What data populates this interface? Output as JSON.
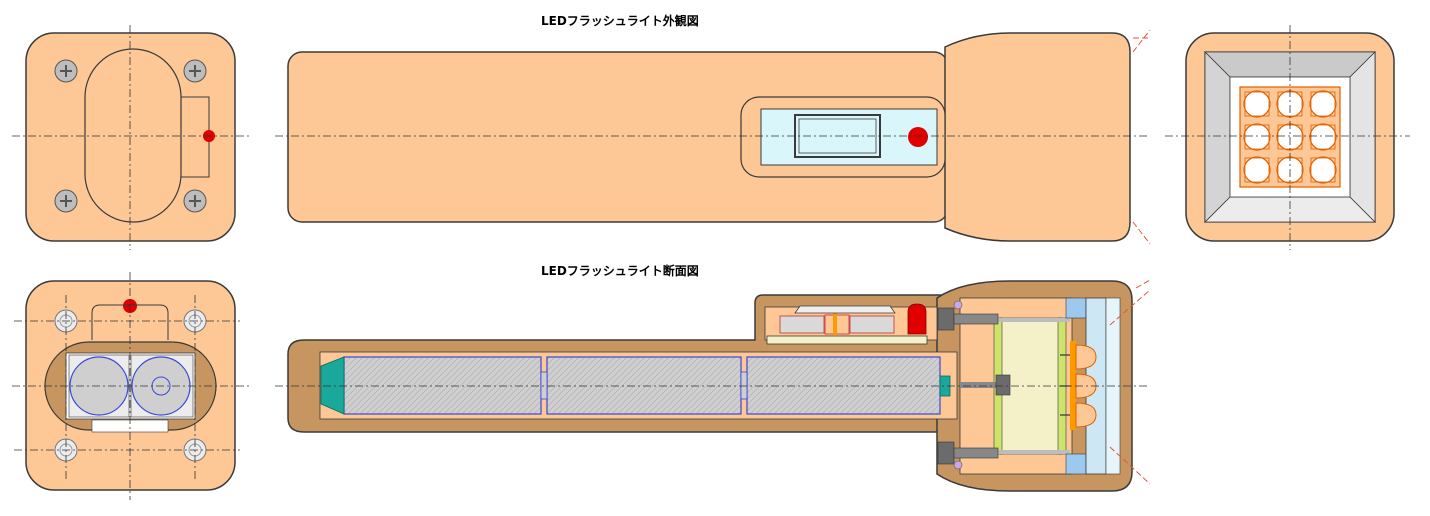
{
  "titles": {
    "exterior": "LEDフラッシュライト外観図",
    "cross_section": "LEDフラッシュライト断面図"
  },
  "colors": {
    "body": "#fdc896",
    "body_dark": "#c79660",
    "outline": "#3a3a3a",
    "panel": "#d9f7fa",
    "battery": "#cfcfcf",
    "battery_outline": "#3b48d8",
    "led": "#ff9900",
    "red": "#e00000",
    "centerline": "#333333",
    "tilt_line": "#e0553a",
    "lens": "#cde7f5",
    "reflector": "#dcdcdc",
    "teal": "#1aa89a",
    "mount": "#f4f1c8",
    "screw_head": "#bdbdbd"
  },
  "icons": [
    "plus-screw-icon",
    "led-icon",
    "battery-icon",
    "switch-icon"
  ],
  "led_grid": {
    "rows": 3,
    "cols": 3
  }
}
